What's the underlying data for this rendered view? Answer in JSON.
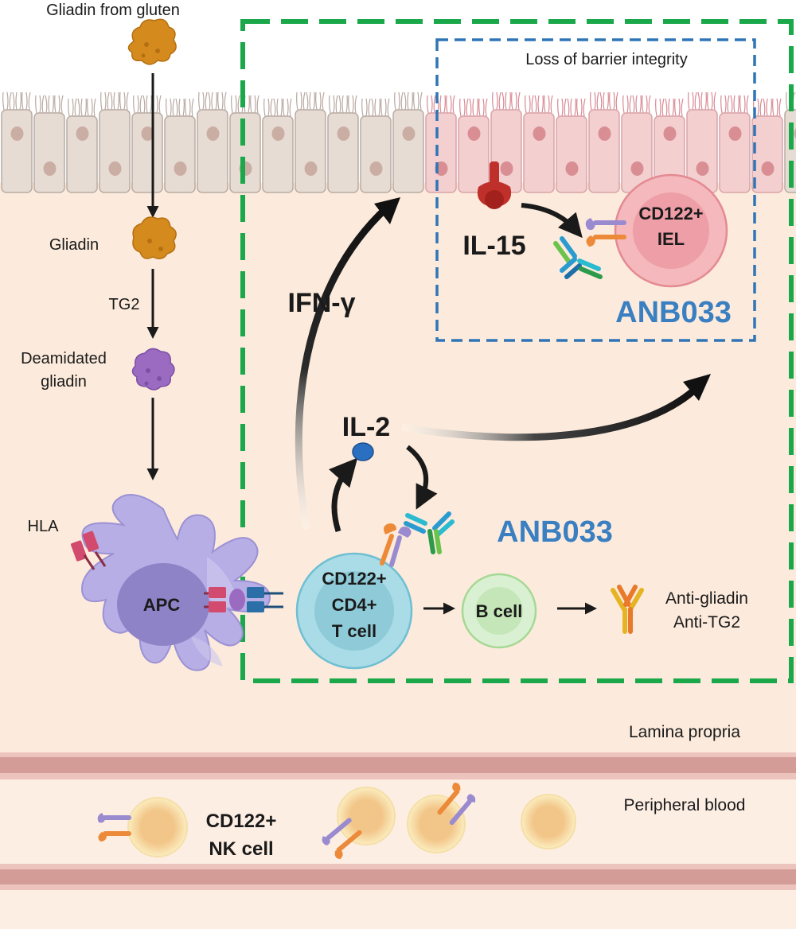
{
  "labels": {
    "gliadin_from_gluten": "Gliadin from gluten",
    "gliadin": "Gliadin",
    "tg2": "TG2",
    "deamidated_line1": "Deamidated",
    "deamidated_line2": "gliadin",
    "hla": "HLA",
    "apc": "APC",
    "loss_barrier": "Loss of barrier integrity",
    "il15": "IL-15",
    "iel_line1": "CD122+",
    "iel_line2": "IEL",
    "anb033_top": "ANB033",
    "ifn_gamma": "IFN-γ",
    "il2": "IL-2",
    "anb033_mid": "ANB033",
    "tcell_line1": "CD122+",
    "tcell_line2": "CD4+",
    "tcell_line3": "T cell",
    "bcell": "B cell",
    "anti_gliadin": "Anti-gliadin",
    "anti_tg2": "Anti-TG2",
    "lamina_propria": "Lamina propria",
    "peripheral_blood": "Peripheral blood",
    "nk_line1": "CD122+",
    "nk_line2": "NK cell"
  },
  "colors": {
    "tissue": "#fcebdc",
    "epithelium": "#e7dcd4",
    "damaged_epithelium": "#f3cfd0",
    "green_box": "#1aa84a",
    "blue_box": "#2f75b5",
    "anb_blue": "#3a7fc1",
    "apc": "#b7aee6",
    "tcell": "#a9dce6",
    "bcell": "#daf0d2",
    "iel": "#f4b8bd",
    "gliadin": "#d58a1e",
    "deamidated": "#9a6bc0"
  },
  "icons": [
    "gliadin-particle-icon",
    "deamidated-gliadin-icon",
    "hla-receptor-icon",
    "il15-receptor-icon",
    "antibody-icon",
    "cd122-receptor-icon"
  ]
}
